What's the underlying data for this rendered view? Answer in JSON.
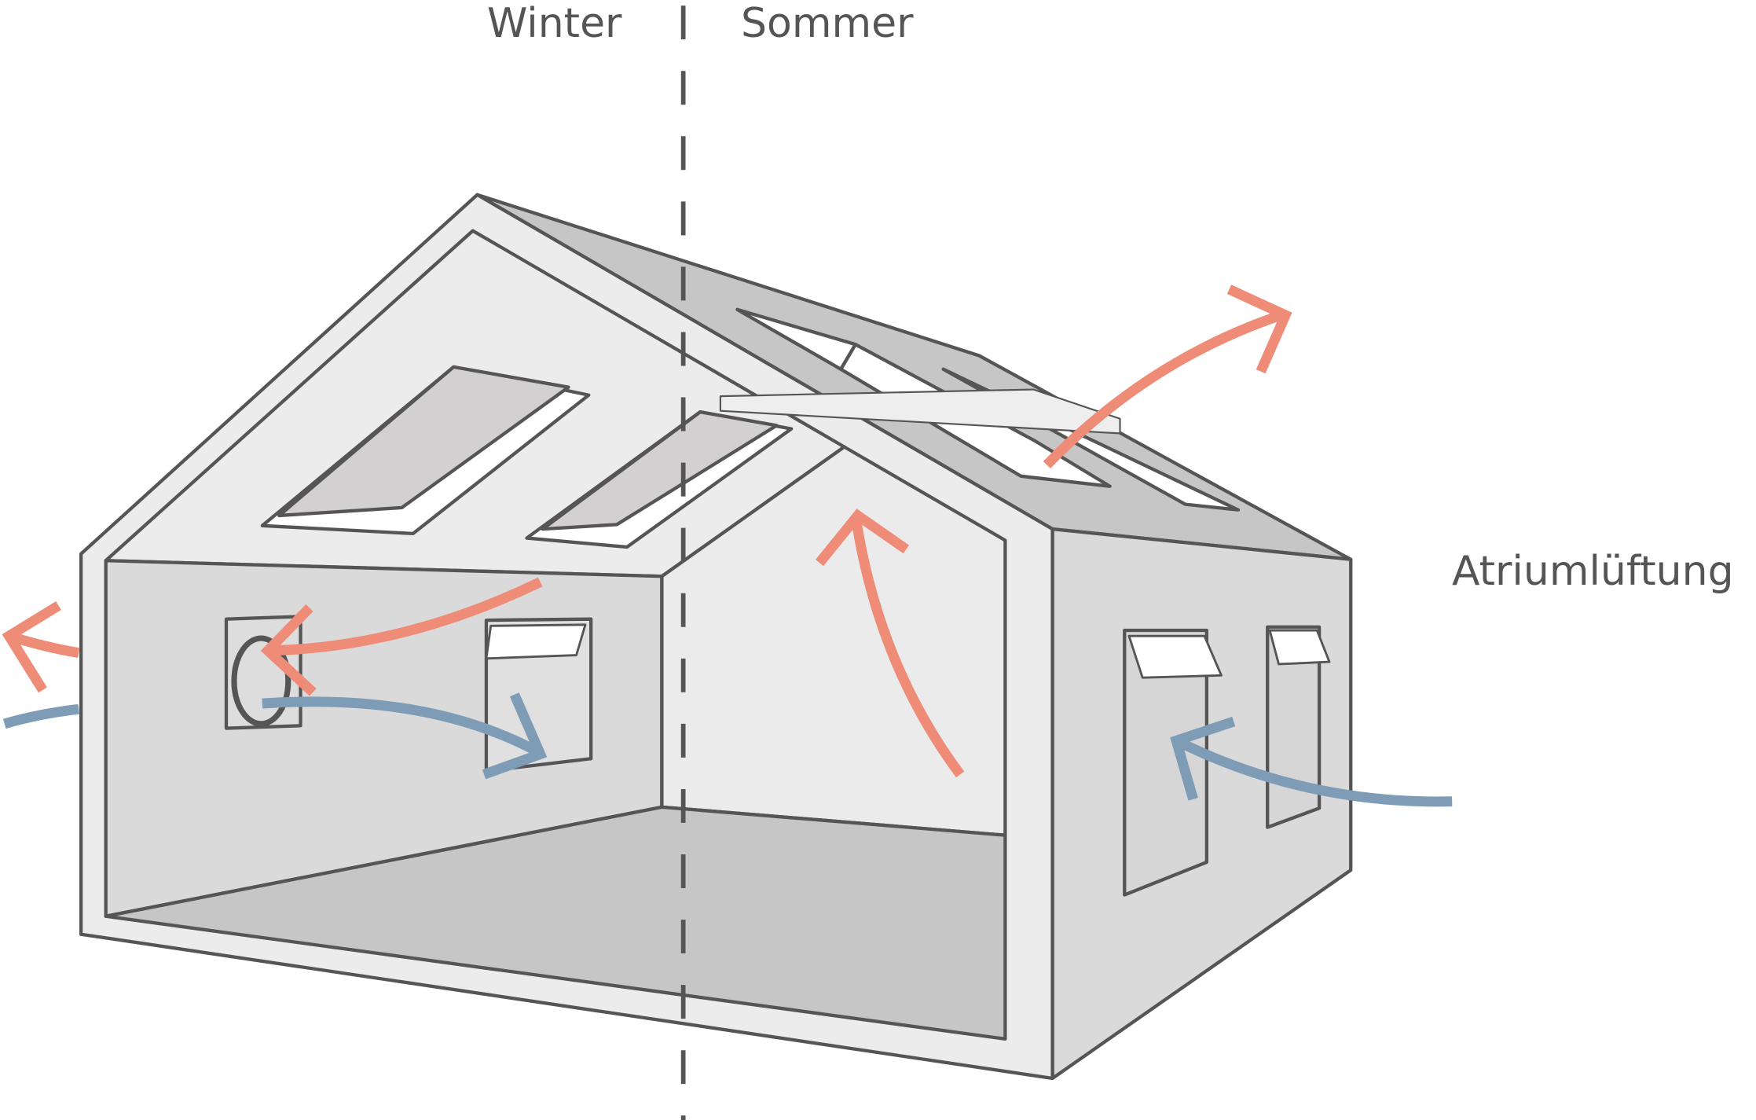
{
  "labels": {
    "winter": "Winter",
    "summer": "Sommer",
    "atrium": "Atriumlüftung"
  },
  "colors": {
    "warm_air": "#ee8c78",
    "cold_air": "#7f9cb6",
    "outline": "#555555"
  }
}
